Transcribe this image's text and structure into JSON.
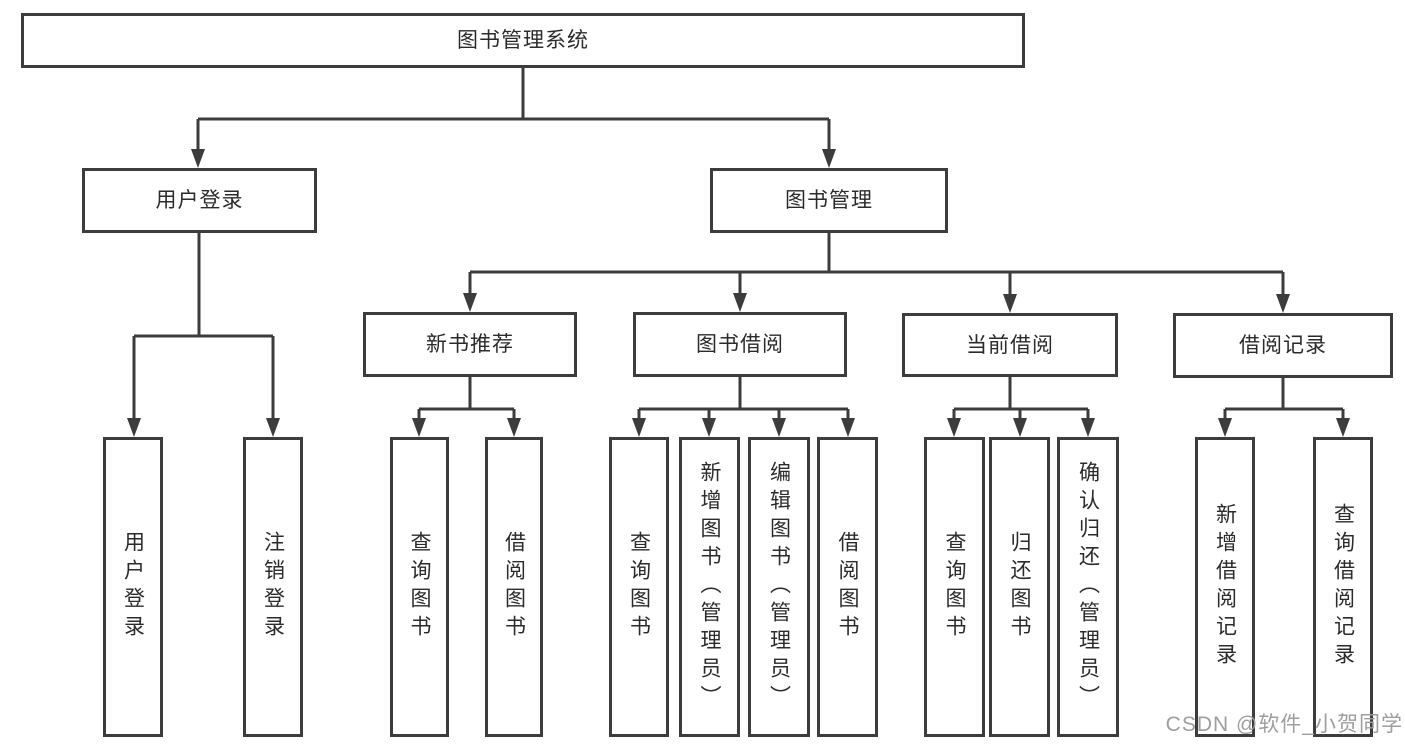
{
  "diagram": {
    "type": "hierarchy-tree",
    "colors": {
      "line": "#3c3c3c",
      "box_border": "#3c3c3c",
      "box_fill": "#ffffff",
      "text": "#2b2b2b",
      "watermark": "#9e9e9e",
      "background": "#ffffff"
    },
    "tree": {
      "label": "图书管理系统",
      "children": [
        {
          "label": "用户登录",
          "children": [
            {
              "label": "用户登录"
            },
            {
              "label": "注销登录"
            }
          ]
        },
        {
          "label": "图书管理",
          "children": [
            {
              "label": "新书推荐",
              "children": [
                {
                  "label": "查询图书"
                },
                {
                  "label": "借阅图书"
                }
              ]
            },
            {
              "label": "图书借阅",
              "children": [
                {
                  "label": "查询图书"
                },
                {
                  "label": "新增图书（管理员）"
                },
                {
                  "label": "编辑图书（管理员）"
                },
                {
                  "label": "借阅图书"
                }
              ]
            },
            {
              "label": "当前借阅",
              "children": [
                {
                  "label": "查询图书"
                },
                {
                  "label": "归还图书"
                },
                {
                  "label": "确认归还（管理员）"
                }
              ]
            },
            {
              "label": "借阅记录",
              "children": [
                {
                  "label": "新增借阅记录"
                },
                {
                  "label": "查询借阅记录"
                }
              ]
            }
          ]
        }
      ]
    },
    "watermark": {
      "text": "CSDN @软件_小贺同学"
    }
  }
}
